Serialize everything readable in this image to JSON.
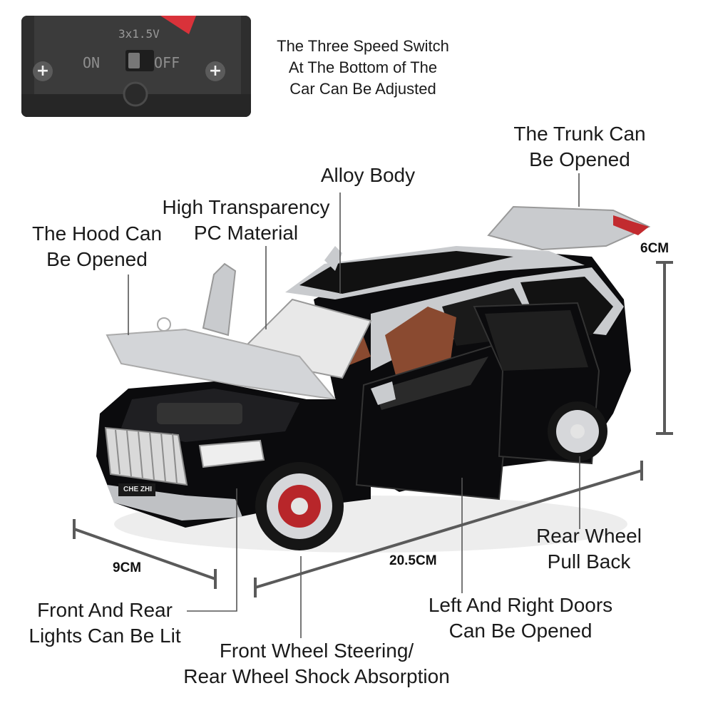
{
  "switch_panel": {
    "battery_text": "3x1.5V",
    "on_text": "ON",
    "off_text": "OFF"
  },
  "callouts": {
    "speed_switch": [
      "The Three Speed Switch",
      "At The Bottom of The",
      "Car Can Be Adjusted"
    ],
    "trunk": [
      "The Trunk Can",
      "Be Opened"
    ],
    "alloy_body": [
      "Alloy Body"
    ],
    "pc_material": [
      "High Transparency",
      "PC Material"
    ],
    "hood": [
      "The Hood Can",
      "Be Opened"
    ],
    "rear_wheel": [
      "Rear Wheel",
      "Pull Back"
    ],
    "lights": [
      "Front And Rear",
      "Lights Can Be Lit"
    ],
    "doors": [
      "Left And Right Doors",
      "Can Be Opened"
    ],
    "steering": [
      "Front Wheel Steering/",
      "Rear Wheel Shock Absorption"
    ]
  },
  "dimensions": {
    "height": "6CM",
    "width": "9CM",
    "length": "20.5CM"
  },
  "car": {
    "plate_text": "CHE ZHI",
    "body_color": "#0b0b0d",
    "silver_color": "#c9cbce",
    "interior_color": "#8a4a30",
    "wheel_accent": "#b8262a"
  }
}
